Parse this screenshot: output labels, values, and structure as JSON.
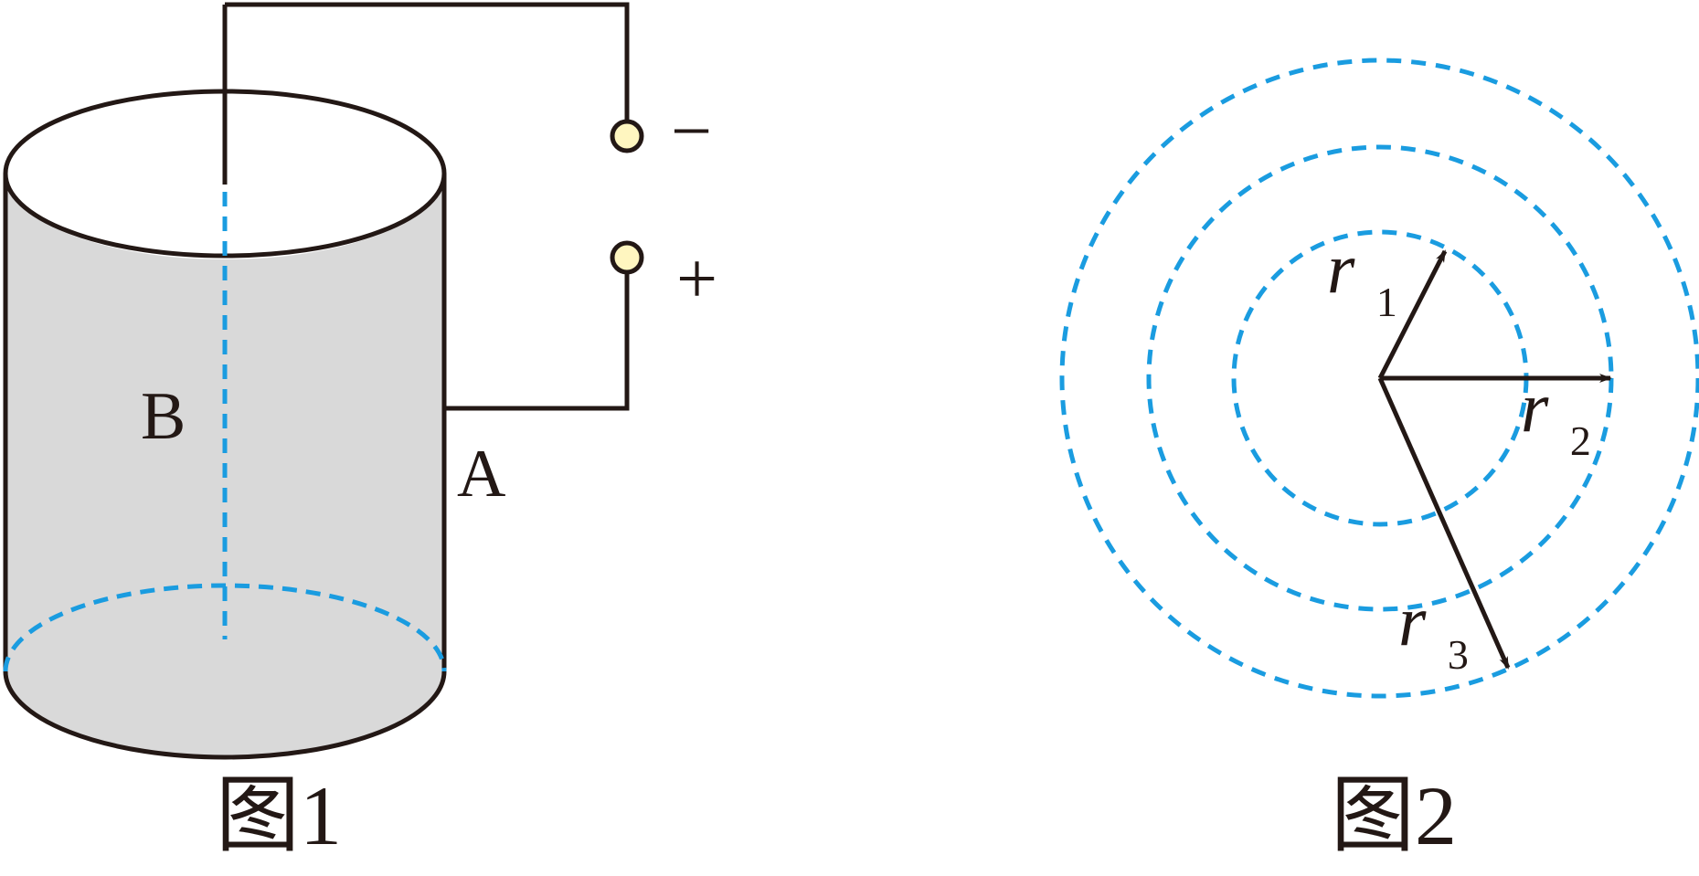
{
  "figure1": {
    "label_b": "B",
    "label_a": "A",
    "minus_sign": "−",
    "plus_sign": "+",
    "caption": "图1",
    "colors": {
      "cylinder_fill": "#d9d9d9",
      "outline": "#231815",
      "terminal_fill": "#fff6c0",
      "dashed": "#1a9ce0"
    }
  },
  "figure2": {
    "radius_1": {
      "symbol": "r",
      "subscript": "1"
    },
    "radius_2": {
      "symbol": "r",
      "subscript": "2"
    },
    "radius_3": {
      "symbol": "r",
      "subscript": "3"
    },
    "caption": "图2",
    "colors": {
      "circles": "#1a9ce0",
      "arrows": "#231815"
    }
  }
}
